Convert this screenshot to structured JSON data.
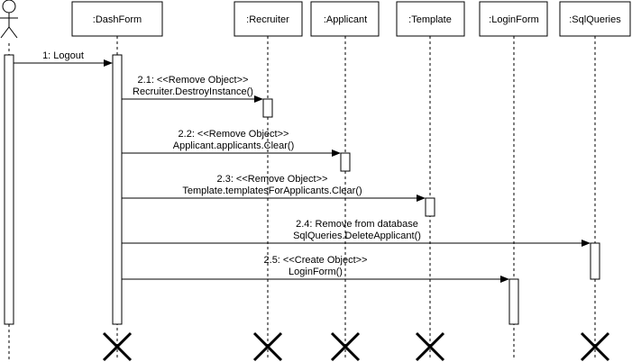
{
  "participants": [
    {
      "label": ""
    },
    {
      "label": ":DashForm"
    },
    {
      "label": ":Recruiter"
    },
    {
      "label": ":Applicant"
    },
    {
      "label": ":Template"
    },
    {
      "label": ":LoginForm"
    },
    {
      "label": ":SqlQueries"
    }
  ],
  "messages": [
    {
      "line1": "1: Logout",
      "line2": ""
    },
    {
      "line1": "2.1: <<Remove Object>>",
      "line2": "Recruiter.DestroyInstance()"
    },
    {
      "line1": "2.2: <<Remove Object>>",
      "line2": "Applicant.applicants.Clear()"
    },
    {
      "line1": "2.3: <<Remove Object>>",
      "line2": "Template.templatesForApplicants.Clear()"
    },
    {
      "line1": "2.4: Remove from database",
      "line2": "SqlQueries.DeleteApplicant()"
    },
    {
      "line1": "2.5: <<Create Object>>",
      "line2": "LoginForm()"
    }
  ]
}
